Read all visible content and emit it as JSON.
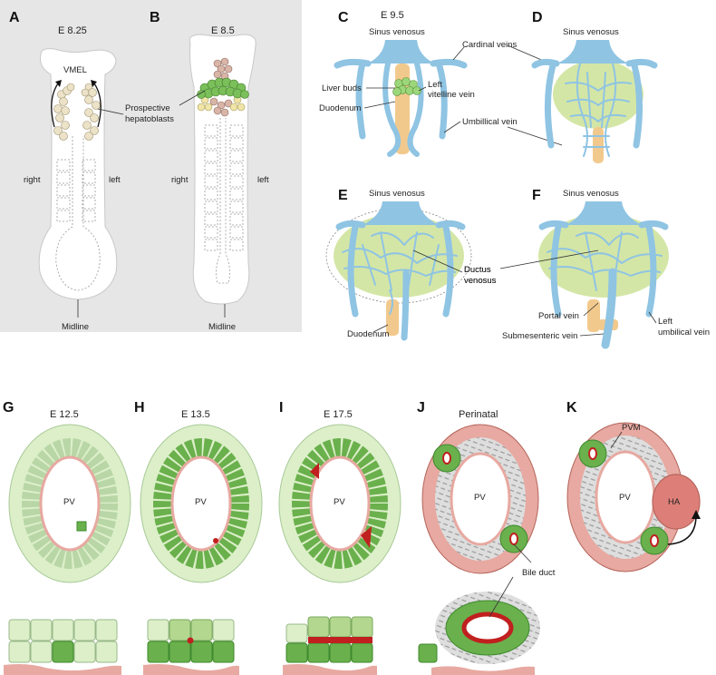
{
  "panels": {
    "A": {
      "letter": "A",
      "stage": "E 8.25",
      "vmel": "VMEL",
      "right": "right",
      "left": "left",
      "midline": "Midline"
    },
    "B": {
      "letter": "B",
      "stage": "E 8.5",
      "hepatoblasts": "Prospective\nhepatoblasts",
      "right": "right",
      "left": "left",
      "midline": "Midline"
    },
    "C": {
      "letter": "C",
      "stage": "E 9.5",
      "sinus": "Sinus venosus",
      "cardinal": "Cardinal veins",
      "liver_buds": "Liver buds",
      "vitelline": "Left\nvitelline vein",
      "duodenum": "Duodenum",
      "umbilical": "Umbillical vein"
    },
    "D": {
      "letter": "D",
      "sinus": "Sinus venosus"
    },
    "E": {
      "letter": "E",
      "sinus": "Sinus venosus",
      "ductus": "Ductus\nvenosus",
      "duodenum": "Duodenum"
    },
    "F": {
      "letter": "F",
      "sinus": "Sinus venosus",
      "portal": "Portal vein",
      "left_umbilical": "Left\numbilical vein",
      "submesenteric": "Submesenteric vein"
    },
    "G": {
      "letter": "G",
      "stage": "E 12.5",
      "pv": "PV"
    },
    "H": {
      "letter": "H",
      "stage": "E 13.5",
      "pv": "PV"
    },
    "I": {
      "letter": "I",
      "stage": "E 17.5",
      "pv": "PV"
    },
    "J": {
      "letter": "J",
      "stage": "Perinatal",
      "pv": "PV",
      "bile_duct": "Bile duct"
    },
    "K": {
      "letter": "K",
      "pv": "PV",
      "pvm": "PVM",
      "ha": "HA"
    }
  },
  "colors": {
    "panel_bg": "#e6e6e6",
    "vein": "#8fc4e3",
    "hepatoblast_light": "#dcefc9",
    "hepatoblast_green": "#6ab04c",
    "cholangiocyte_dark": "#3e8a2e",
    "hepatocyte_pink": "#e7a9a1",
    "lumen_red": "#c0201f",
    "duodenum": "#f2c98d",
    "liver_green": "#d4e6a6"
  }
}
